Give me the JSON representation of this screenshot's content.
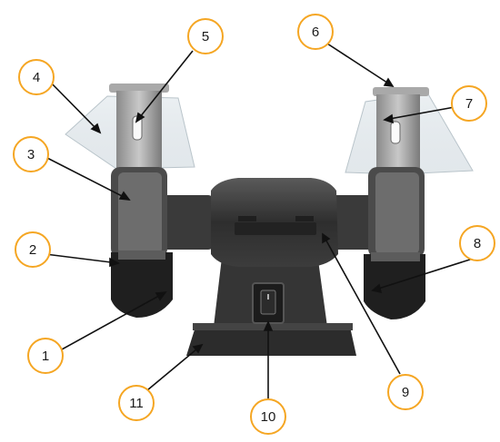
{
  "figure": {
    "callouts": [
      {
        "label": "1"
      },
      {
        "label": "2"
      },
      {
        "label": "3"
      },
      {
        "label": "4"
      },
      {
        "label": "5"
      },
      {
        "label": "6"
      },
      {
        "label": "7"
      },
      {
        "label": "8"
      },
      {
        "label": "9"
      },
      {
        "label": "10"
      },
      {
        "label": "11"
      }
    ],
    "colors": {
      "callout_border": "#f5a623",
      "leader": "#111111",
      "machine_body": "#3a3a3a",
      "wheel": "#555555",
      "shield": "#dfe6ea",
      "bracket": "#9a9a9a"
    }
  }
}
